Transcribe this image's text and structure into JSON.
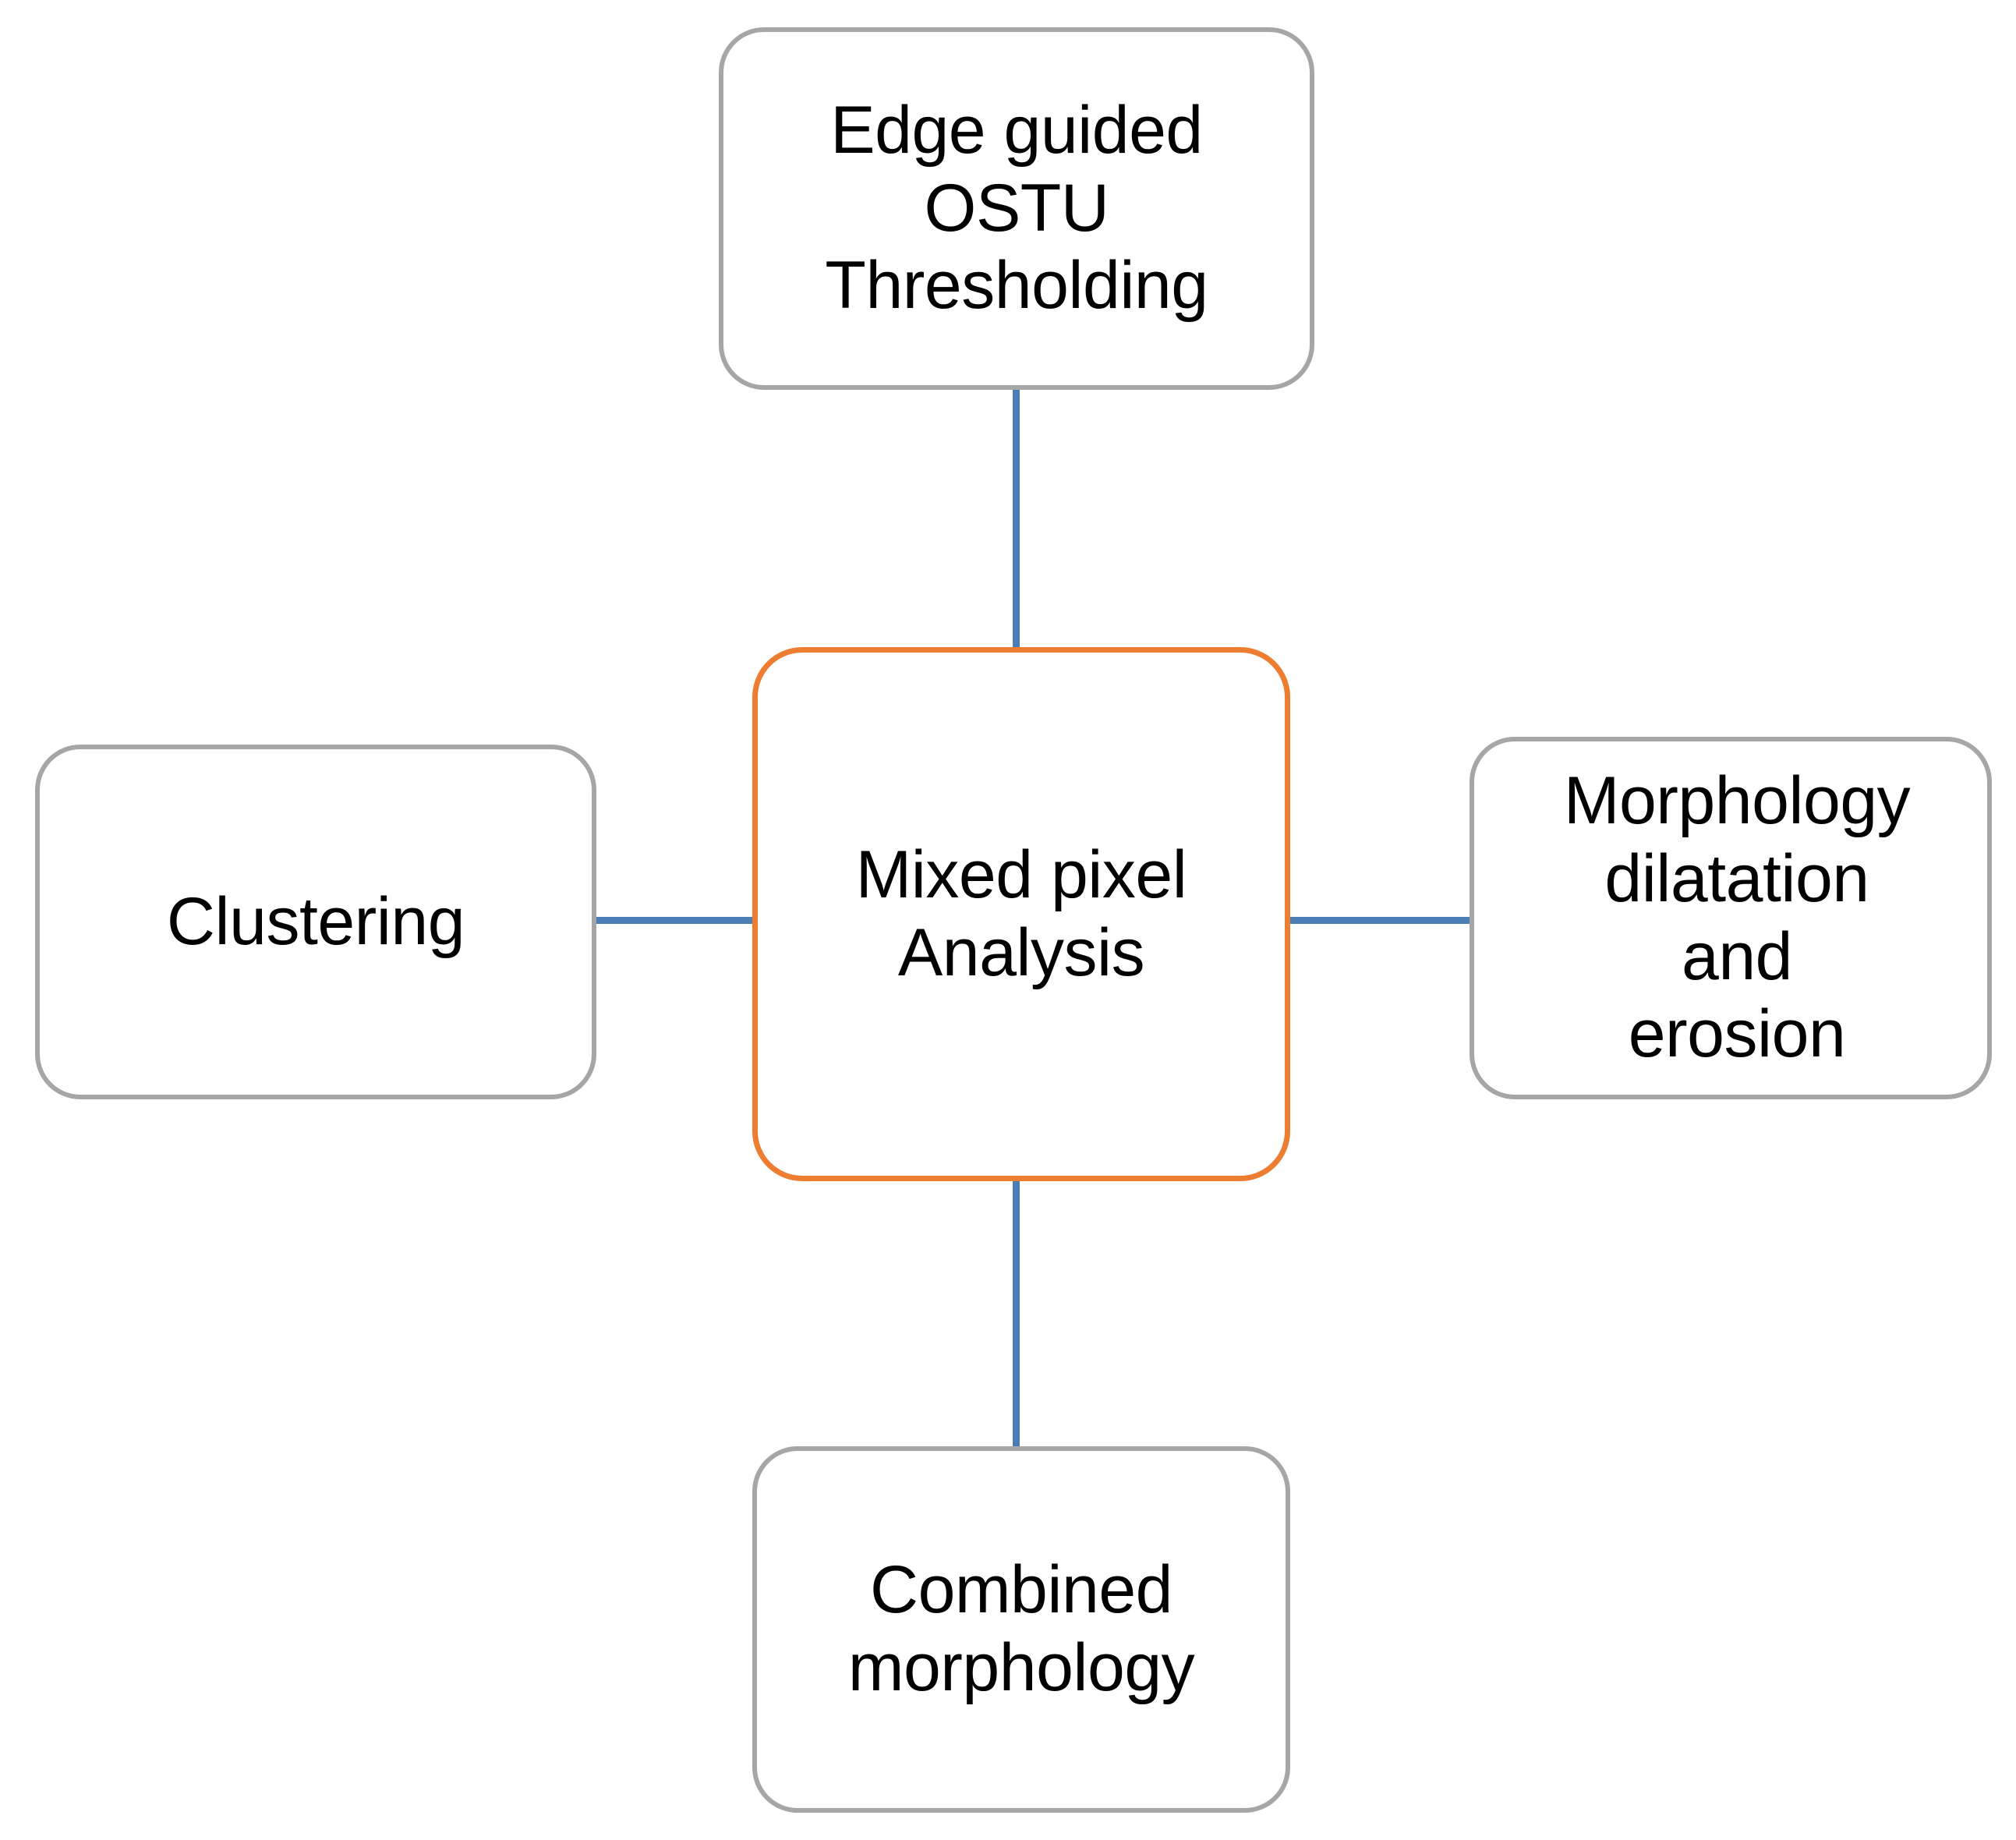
{
  "diagram": {
    "type": "radial-hub-and-spoke",
    "title": "Mixed pixel Analysis",
    "colors": {
      "center_border": "#ED7D31",
      "node_border": "#A6A6A6",
      "connector": "#4A7EB5",
      "text": "#000000",
      "background": "#FFFFFF"
    },
    "center": {
      "id": "mixed-pixel-analysis",
      "label": "Mixed pixel\nAnalysis"
    },
    "nodes": [
      {
        "id": "edge-guided-ostu-thresholding",
        "position": "top",
        "label": "Edge guided\nOSTU\nThresholding"
      },
      {
        "id": "clustering",
        "position": "left",
        "label": "Clustering"
      },
      {
        "id": "morphology-dilatation-and-erosion",
        "position": "right",
        "label": "Morphology\ndilatation\nand\nerosion"
      },
      {
        "id": "combined-morphology",
        "position": "bottom",
        "label": "Combined\nmorphology"
      }
    ],
    "connectors": [
      {
        "id": "center-to-top",
        "from": "mixed-pixel-analysis",
        "to": "edge-guided-ostu-thresholding",
        "orientation": "vertical"
      },
      {
        "id": "center-to-left",
        "from": "mixed-pixel-analysis",
        "to": "clustering",
        "orientation": "horizontal"
      },
      {
        "id": "center-to-right",
        "from": "mixed-pixel-analysis",
        "to": "morphology-dilatation-and-erosion",
        "orientation": "horizontal"
      },
      {
        "id": "center-to-bottom",
        "from": "mixed-pixel-analysis",
        "to": "combined-morphology",
        "orientation": "vertical"
      }
    ]
  }
}
